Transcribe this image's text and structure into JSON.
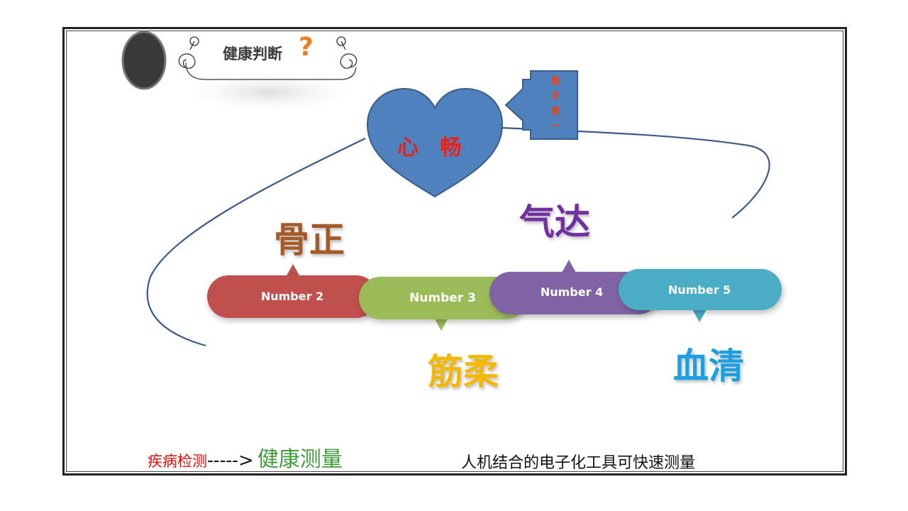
{
  "title": {
    "text": "健康判断",
    "mark": "?"
  },
  "heart": {
    "label": "心 畅",
    "color": "#4f81bd"
  },
  "arrow_callout": {
    "label": "我\n才\n是\n一"
  },
  "steps": [
    {
      "pill": "Number 2",
      "word": "骨正",
      "pill_color": "#c0504d",
      "word_color": "#a55a2a"
    },
    {
      "pill": "Number 3",
      "word": "筋柔",
      "pill_color": "#9bbb59",
      "word_color": "#f5b800"
    },
    {
      "pill": "Number 4",
      "word": "气达",
      "pill_color": "#8064a2",
      "word_color": "#7030a0"
    },
    {
      "pill": "Number 5",
      "word": "血清",
      "pill_color": "#4bacc6",
      "word_color": "#1ba1e2"
    }
  ],
  "footer": {
    "left_red": "疾病检测",
    "left_arrow": "----->",
    "left_green": "健康测量",
    "right": "人机结合的电子化工具可快速测量"
  }
}
